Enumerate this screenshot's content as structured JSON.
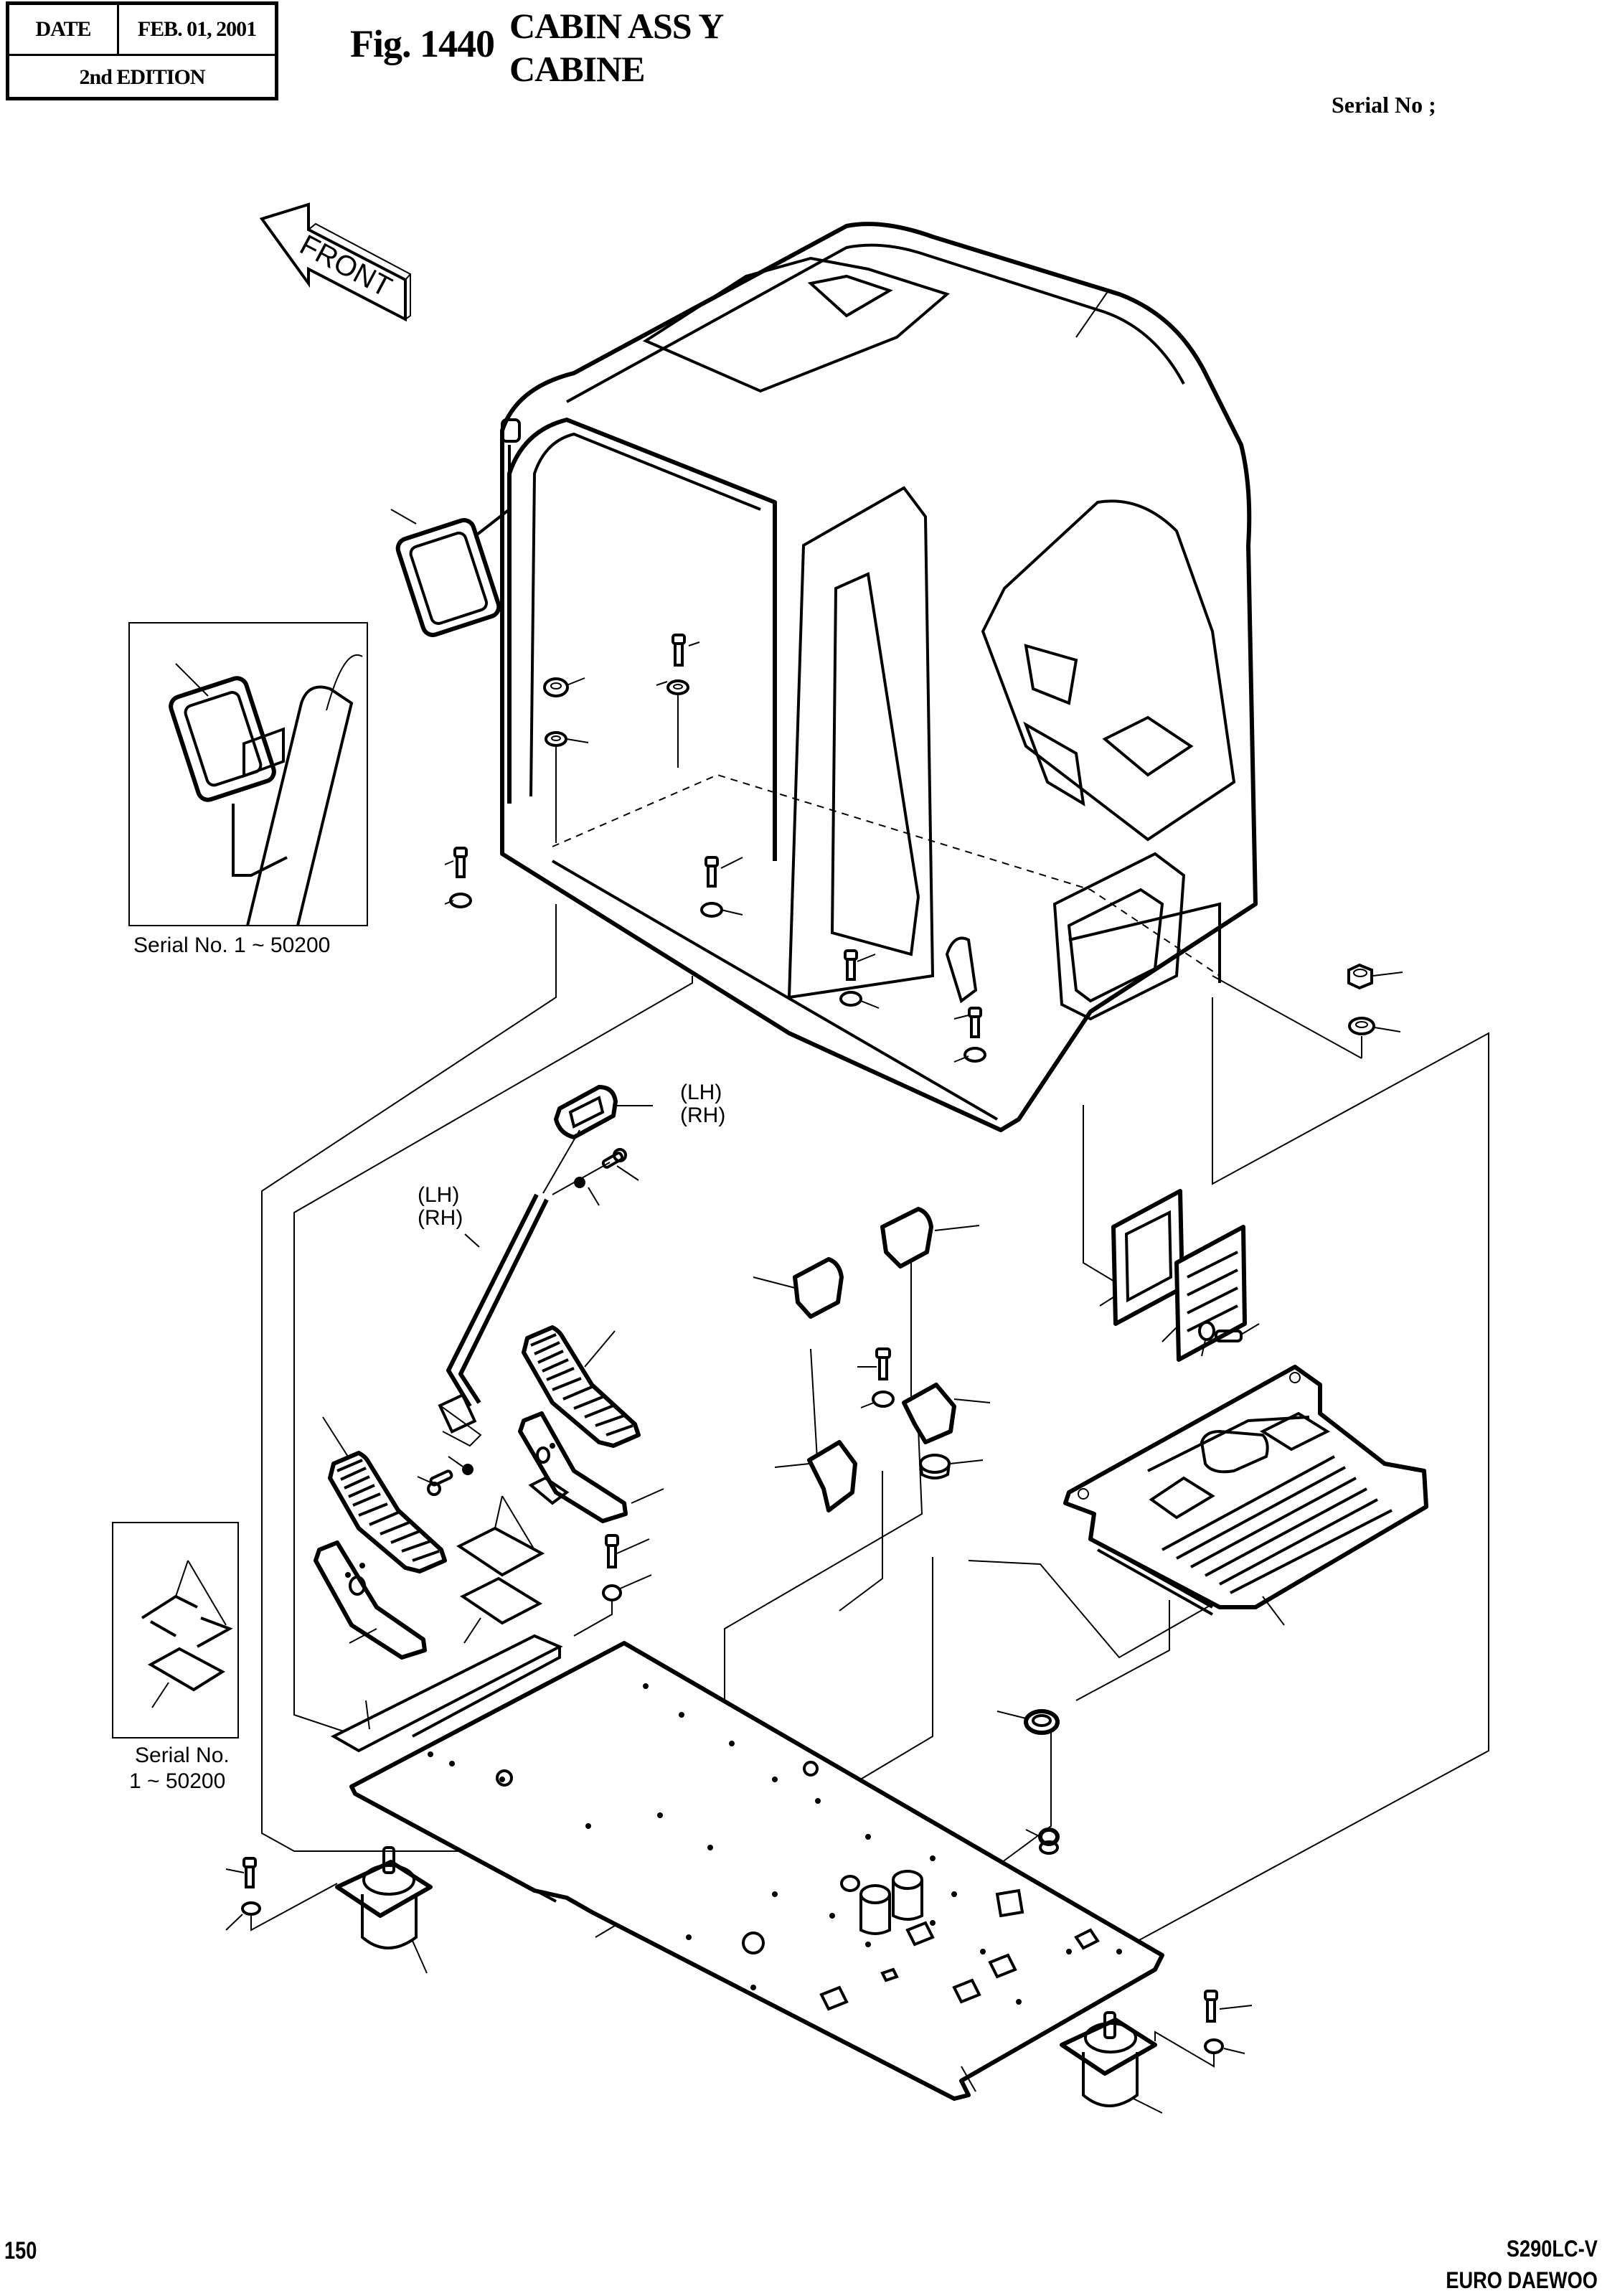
{
  "header": {
    "date_label": "DATE",
    "date_value": "FEB. 01, 2001",
    "edition": "2nd EDITION",
    "figure_number": "Fig. 1440",
    "title_en": "CABIN ASS Y",
    "title_fr": "CABINE",
    "serial_no_label": "Serial No ;"
  },
  "diagram": {
    "front_arrow_label": "FRONT",
    "inset_mirror": {
      "caption": "Serial No. 1 ~ 50200"
    },
    "inset_gasket": {
      "caption_line1": "Serial No.",
      "caption_line2": "1 ~ 50200"
    },
    "lever_top_side_labels": [
      "(LH)",
      "(RH)"
    ],
    "lever_rod_side_labels": [
      "(LH)",
      "(RH)"
    ],
    "parts": [
      "cabin-shell",
      "side-mirror",
      "nut",
      "washer",
      "bolt",
      "travel-pedal-left",
      "travel-pedal-right",
      "pedal-bracket",
      "pedal-cover",
      "lever-rod",
      "lever-knob",
      "switch-box-covers",
      "switch-brackets",
      "vent-louver",
      "vent-gasket",
      "floor-mat",
      "floor-plate",
      "rubber-mount",
      "grommet",
      "cap"
    ]
  },
  "footer": {
    "page_number": "150",
    "model_line1": "S290LC-V",
    "model_line2": "EURO DAEWOO"
  }
}
